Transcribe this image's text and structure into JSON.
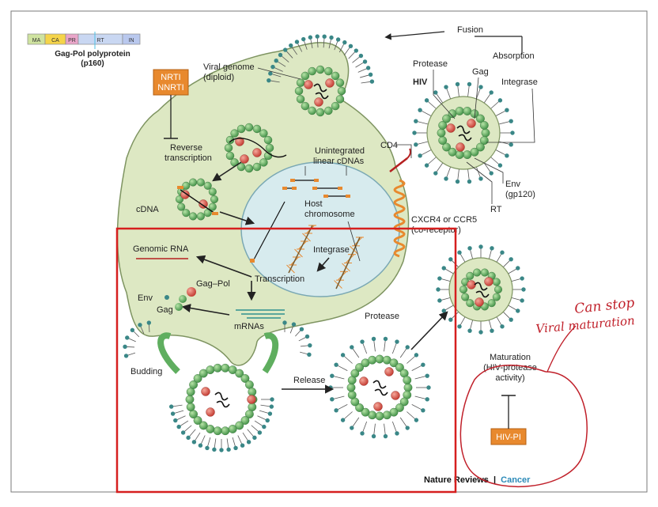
{
  "polyprotein": {
    "segments": [
      "MA",
      "CA",
      "PR",
      "RT",
      "IN"
    ],
    "colors": [
      "#cfe3a0",
      "#f5d44a",
      "#e9a5c9",
      "#c9d7f2",
      "#b9c8ee"
    ],
    "title_line1": "Gag-Pol polyprotein",
    "title_line2": "(p160)"
  },
  "drugs": {
    "nrti": "NRTI",
    "nnrti": "NNRTI",
    "hiv_pi": "HIV-PI",
    "box_color": "#e8892e"
  },
  "labels": {
    "fusion": "Fusion",
    "absorption": "Absorption",
    "viral_genome_l1": "Viral genome",
    "viral_genome_l2": "(diploid)",
    "protease_top": "Protease",
    "gag_top": "Gag",
    "hiv": "HIV",
    "integrase_top": "Integrase",
    "reverse_l1": "Reverse",
    "reverse_l2": "transcription",
    "unintegrated_l1": "Unintegrated",
    "unintegrated_l2": "linear cDNAs",
    "cd4": "CD4",
    "env_l1": "Env",
    "env_l2": "(gp120)",
    "rt": "RT",
    "cdna": "cDNA",
    "host_l1": "Host",
    "host_l2": "chromosome",
    "cxcr4_l1": "CXCR4 or CCR5",
    "cxcr4_l2": "(co-receptor)",
    "genomic_rna": "Genomic RNA",
    "integrase_mid": "Integrase",
    "transcription": "Transcription",
    "gag_pol": "Gag–Pol",
    "env_left": "Env",
    "gag_left": "Gag",
    "mrnas": "mRNAs",
    "protease_mid": "Protease",
    "budding": "Budding",
    "release": "Release",
    "maturation_l1": "Maturation",
    "maturation_l2": "(HIV-protease",
    "maturation_l3": "activity)"
  },
  "credit": {
    "journal": "Nature Reviews",
    "separator": "|",
    "section": "Cancer"
  },
  "annotation": {
    "line1": "Can stop",
    "line2": "Viral maturation"
  },
  "colors": {
    "cell_fill": "#dde8c3",
    "cell_stroke": "#7e9461",
    "nucleus_fill": "#d7ebee",
    "capsid_bead": "#5fae5f",
    "capsid_red": "#d5463c",
    "spike": "#3a8787",
    "annotation_red": "#d61f1f",
    "credit_blue": "#2b8ab8"
  }
}
